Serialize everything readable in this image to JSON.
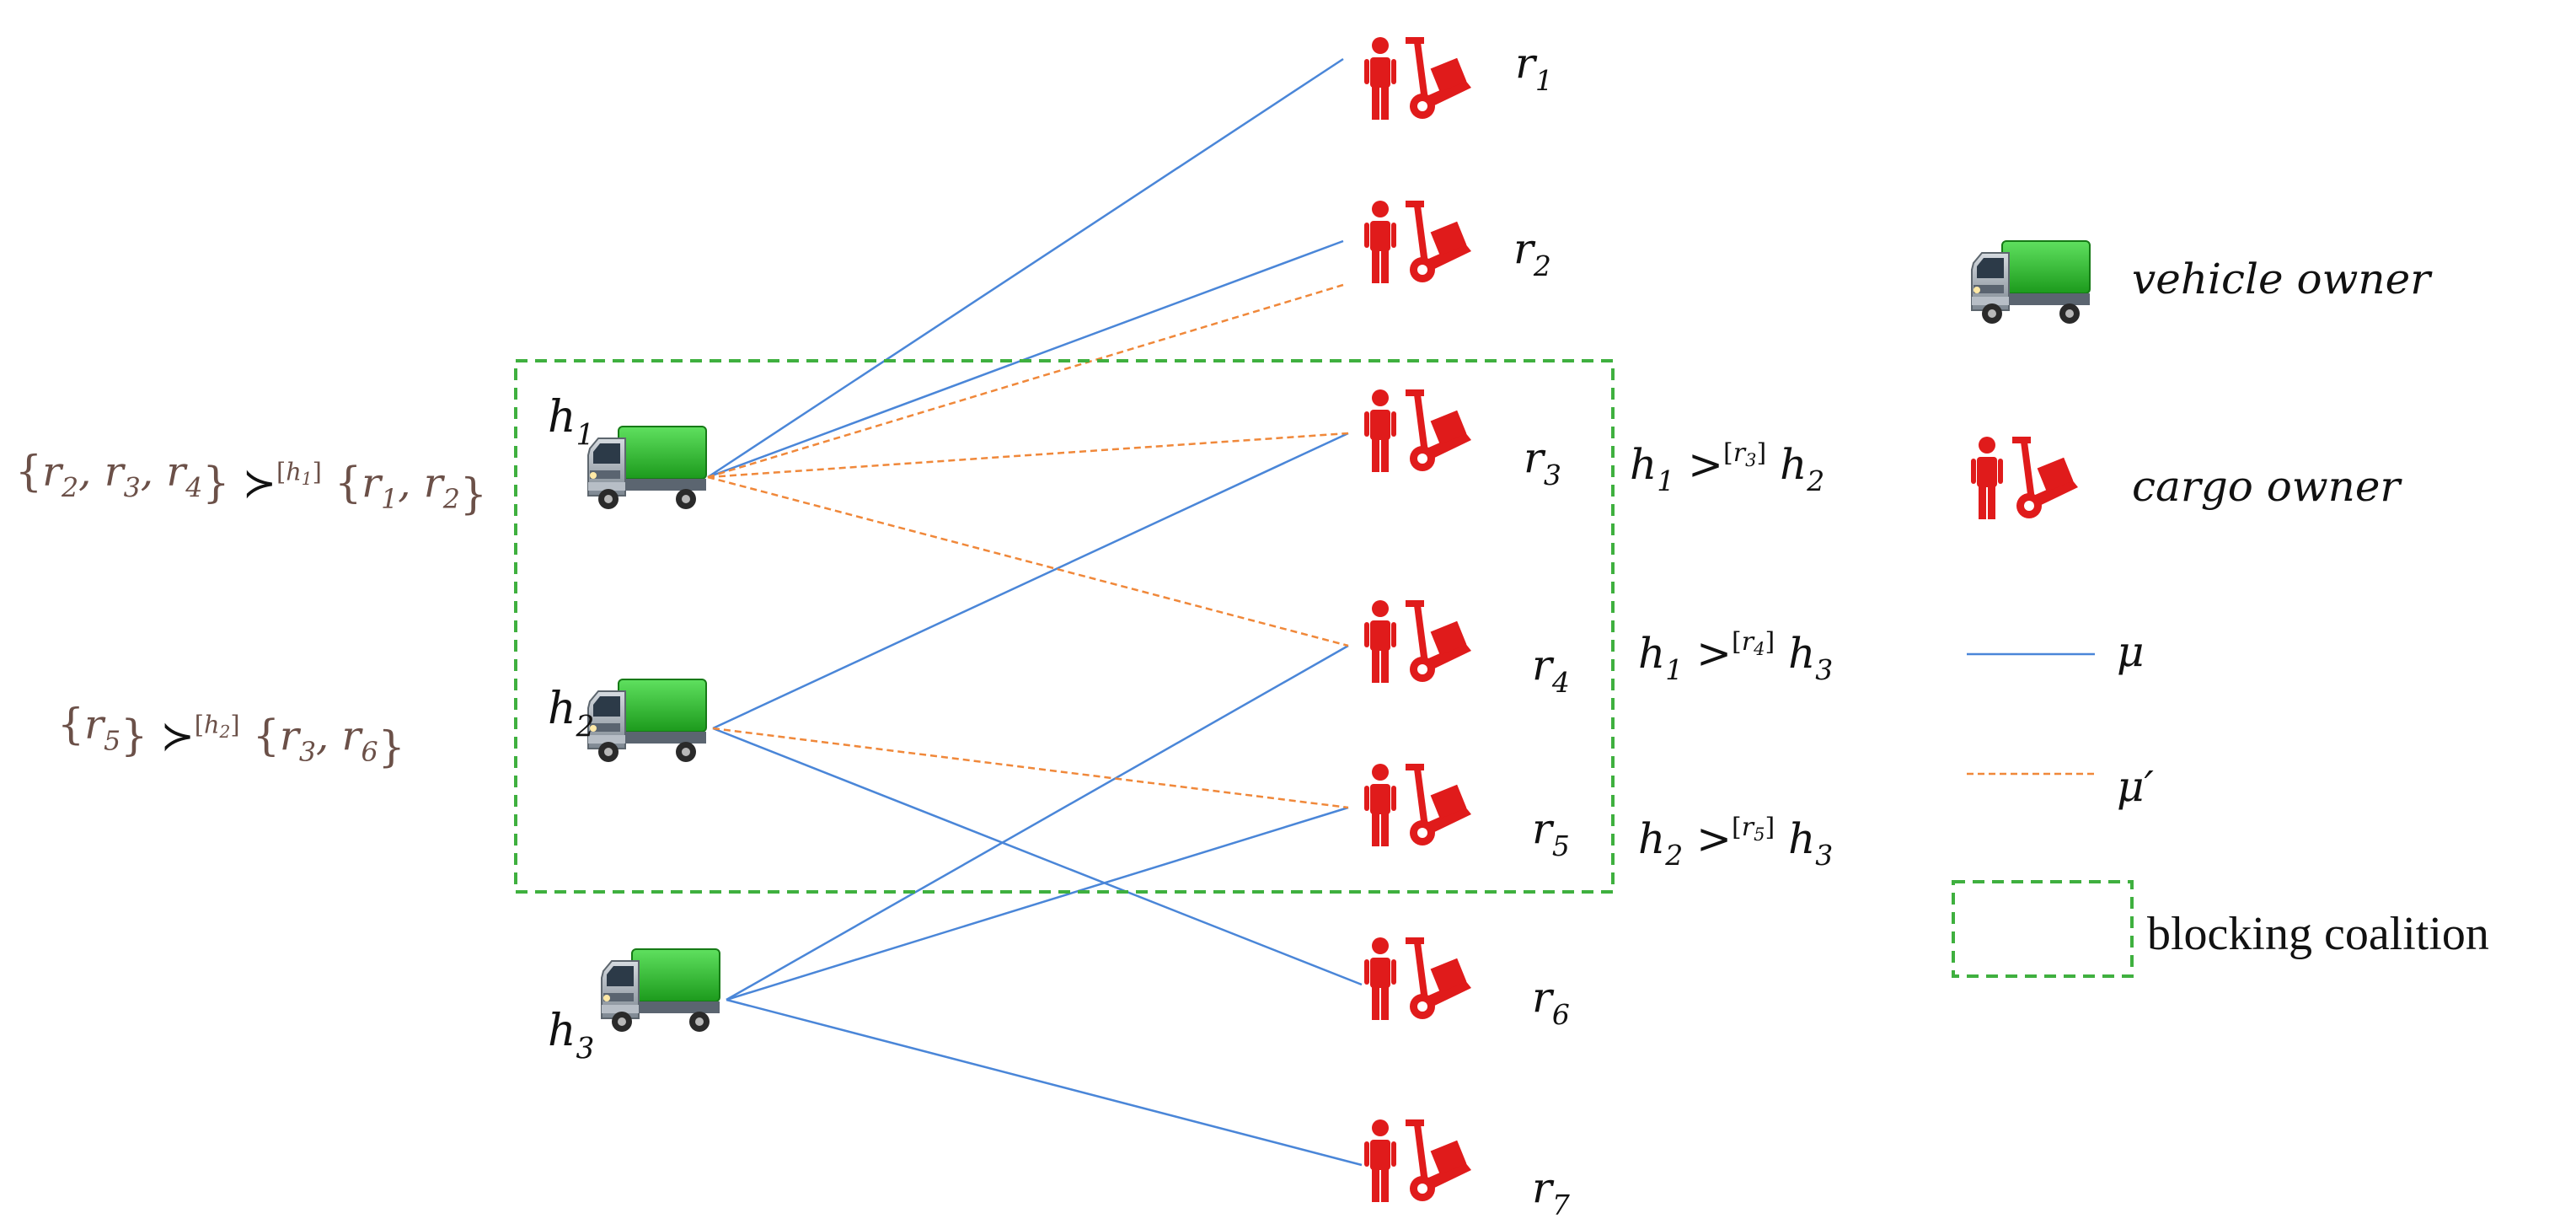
{
  "colors": {
    "mu": "#4a86d8",
    "mu_prime": "#f0883a",
    "coalition": "#3fb03f",
    "cargo": "#e01b1b",
    "truck_body": "#2db82d",
    "truck_cab": "#9aa3ad"
  },
  "icons": {
    "vehicle": "truck-icon",
    "cargo": "cargo-owner-icon"
  },
  "vehicles": [
    {
      "id": "h1",
      "base": "h",
      "sub": "1"
    },
    {
      "id": "h2",
      "base": "h",
      "sub": "2"
    },
    {
      "id": "h3",
      "base": "h",
      "sub": "3"
    }
  ],
  "cargo_owners": [
    {
      "id": "r1",
      "base": "r",
      "sub": "1"
    },
    {
      "id": "r2",
      "base": "r",
      "sub": "2"
    },
    {
      "id": "r3",
      "base": "r",
      "sub": "3"
    },
    {
      "id": "r4",
      "base": "r",
      "sub": "4"
    },
    {
      "id": "r5",
      "base": "r",
      "sub": "5"
    },
    {
      "id": "r6",
      "base": "r",
      "sub": "6"
    },
    {
      "id": "r7",
      "base": "r",
      "sub": "7"
    }
  ],
  "matching_mu": [
    [
      "h1",
      "r1"
    ],
    [
      "h1",
      "r2"
    ],
    [
      "h2",
      "r3"
    ],
    [
      "h2",
      "r6"
    ],
    [
      "h3",
      "r4"
    ],
    [
      "h3",
      "r5"
    ],
    [
      "h3",
      "r7"
    ]
  ],
  "matching_mu_prime": [
    [
      "h1",
      "r2"
    ],
    [
      "h1",
      "r3"
    ],
    [
      "h1",
      "r4"
    ],
    [
      "h2",
      "r5"
    ]
  ],
  "blocking_coalition_members": [
    "h1",
    "h2",
    "r3",
    "r4",
    "r5"
  ],
  "preferences_left": [
    {
      "lhs": "{r2, r3, r4}",
      "relation": "≻",
      "superscript": "[h1]",
      "rhs": "{r1, r2}"
    },
    {
      "lhs": "{r5}",
      "relation": "≻",
      "superscript": "[h2]",
      "rhs": "{r3, r6}"
    }
  ],
  "preferences_right": [
    {
      "lhs": "h1",
      "relation": ">",
      "superscript": "[r3]",
      "rhs": "h2"
    },
    {
      "lhs": "h1",
      "relation": ">",
      "superscript": "[r4]",
      "rhs": "h3"
    },
    {
      "lhs": "h2",
      "relation": ">",
      "superscript": "[r5]",
      "rhs": "h3"
    }
  ],
  "legend": {
    "vehicle_owner": "vehicle owner",
    "cargo_owner": "cargo owner",
    "mu": "μ",
    "mu_prime": "μ′",
    "blocking_coalition": "blocking coalition"
  }
}
